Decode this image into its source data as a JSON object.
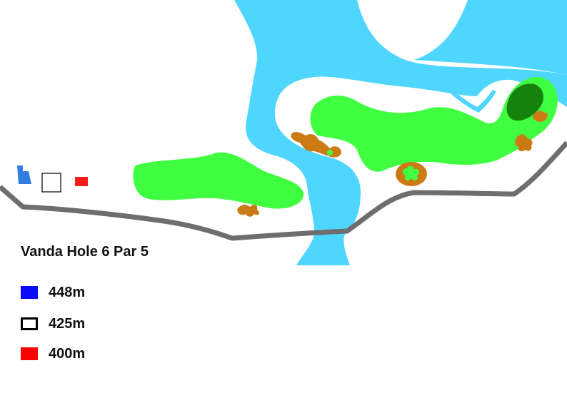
{
  "title": "Vanda Hole 6 Par 5",
  "colors": {
    "water": "#4fd6ff",
    "fairway": "#40ff40",
    "green": "#16820e",
    "bunker": "#cc7a14",
    "cart_path": "#6e6e6e",
    "tee_blue": "#2f7de1",
    "tee_white": "#ffffff",
    "tee_red": "#ff1a1a"
  },
  "legend": [
    {
      "label": "448m",
      "color": "#0a0aff",
      "style": "filled"
    },
    {
      "label": "425m",
      "color": "#000000",
      "style": "outline"
    },
    {
      "label": "400m",
      "color": "#ff0000",
      "style": "filled"
    }
  ]
}
